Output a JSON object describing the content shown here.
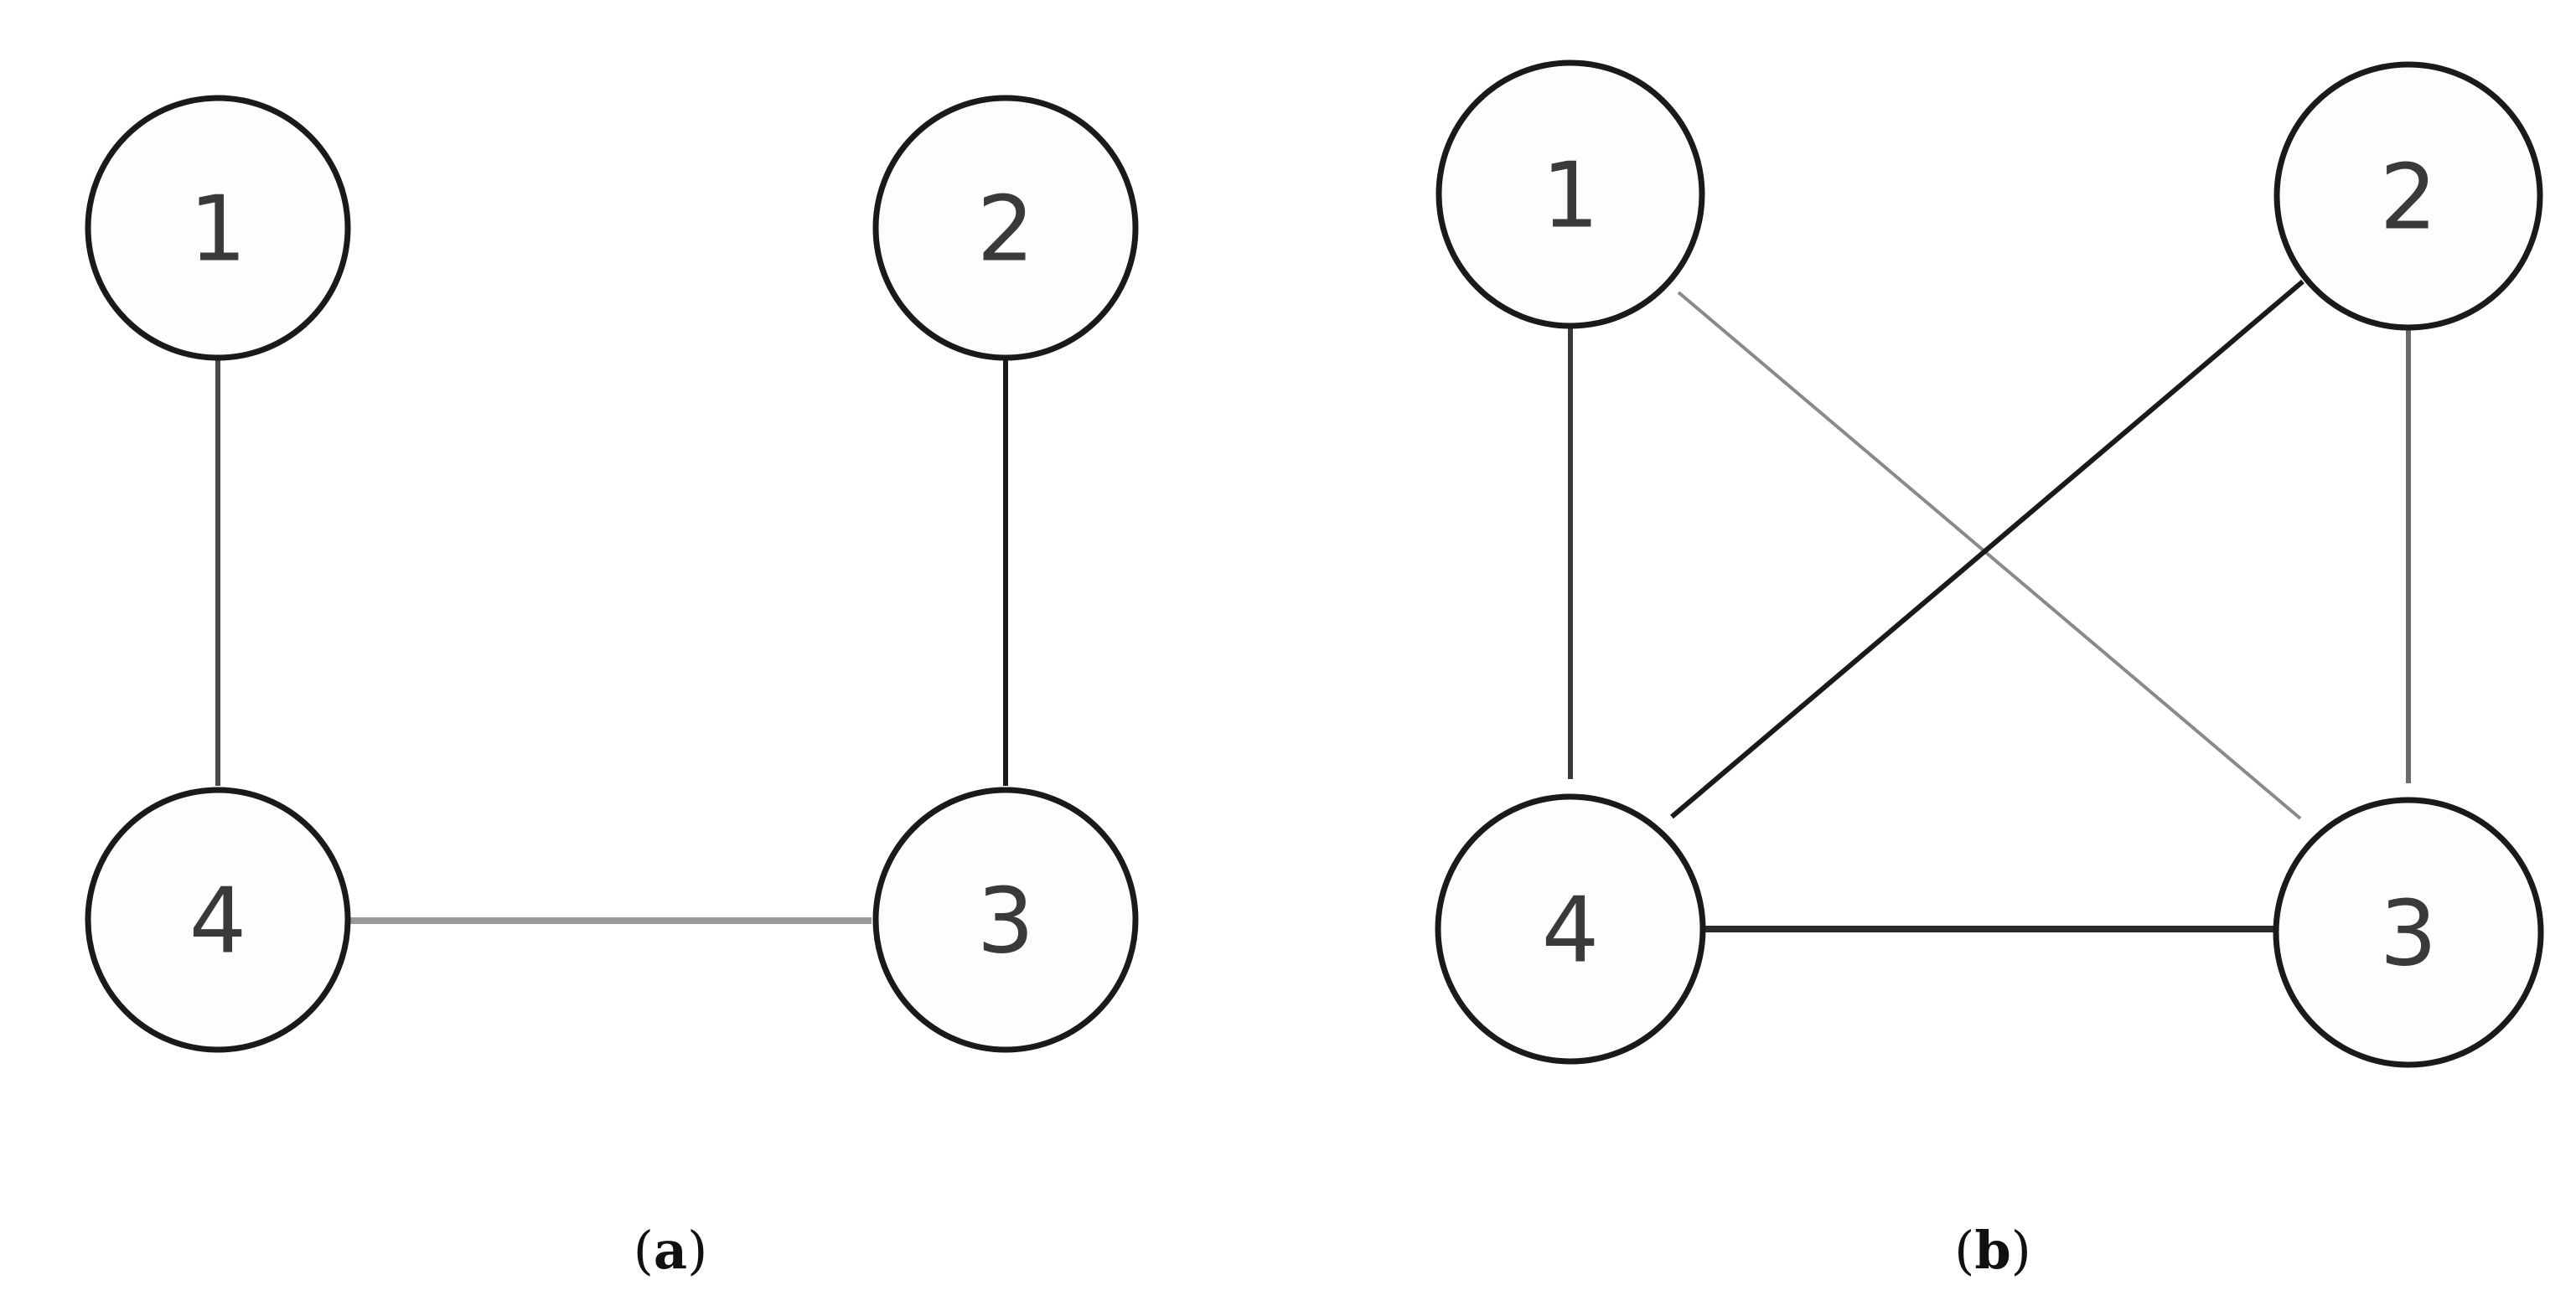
{
  "panels": [
    {
      "id": "a",
      "caption": {
        "open": "(",
        "letter": "a",
        "close": ")"
      },
      "nodes": [
        {
          "id": "1",
          "label": "1"
        },
        {
          "id": "2",
          "label": "2"
        },
        {
          "id": "3",
          "label": "3"
        },
        {
          "id": "4",
          "label": "4"
        }
      ],
      "edges": [
        {
          "from": "1",
          "to": "4"
        },
        {
          "from": "2",
          "to": "3"
        },
        {
          "from": "4",
          "to": "3"
        }
      ]
    },
    {
      "id": "b",
      "caption": {
        "open": "(",
        "letter": "b",
        "close": ")"
      },
      "nodes": [
        {
          "id": "1",
          "label": "1"
        },
        {
          "id": "2",
          "label": "2"
        },
        {
          "id": "3",
          "label": "3"
        },
        {
          "id": "4",
          "label": "4"
        }
      ],
      "edges": [
        {
          "from": "1",
          "to": "4"
        },
        {
          "from": "2",
          "to": "3"
        },
        {
          "from": "4",
          "to": "3"
        },
        {
          "from": "1",
          "to": "3"
        },
        {
          "from": "2",
          "to": "4"
        }
      ]
    }
  ]
}
